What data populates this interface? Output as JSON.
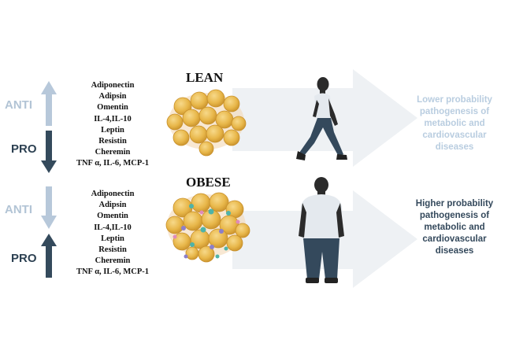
{
  "colors": {
    "arrow_light": "#b7c8da",
    "arrow_dark": "#344a5c",
    "anti_text": "#b2c4d5",
    "pro_text": "#2d4152",
    "big_arrow": "#eef1f4",
    "lean_outcome": "#b9cde0",
    "obese_outcome": "#34495c",
    "fat_cell": "#e8b74a",
    "person_shirt": "#dfe6ee",
    "person_pants": "#34495c"
  },
  "lean": {
    "state_label": "LEAN",
    "anti_label": "ANTI",
    "pro_label": "PRO",
    "molecules": [
      "Adiponectin",
      "Adipsin",
      "Omentin",
      "IL-4,IL-10",
      "Leptin",
      "Resistin",
      "Cheremin",
      "TNF α, IL-6, MCP-1"
    ],
    "outcome": [
      "Lower probability",
      "pathogenesis of",
      "metabolic and",
      "cardiovascular",
      "diseases"
    ]
  },
  "obese": {
    "state_label": "OBESE",
    "anti_label": "ANTI",
    "pro_label": "PRO",
    "molecules": [
      "Adiponectin",
      "Adipsin",
      "Omentin",
      "IL-4,IL-10",
      "Leptin",
      "Resistin",
      "Cheremin",
      "TNF α, IL-6, MCP-1"
    ],
    "outcome": [
      "Higher probability",
      "pathogenesis of",
      "metabolic and",
      "cardiovascular",
      "diseases"
    ]
  }
}
